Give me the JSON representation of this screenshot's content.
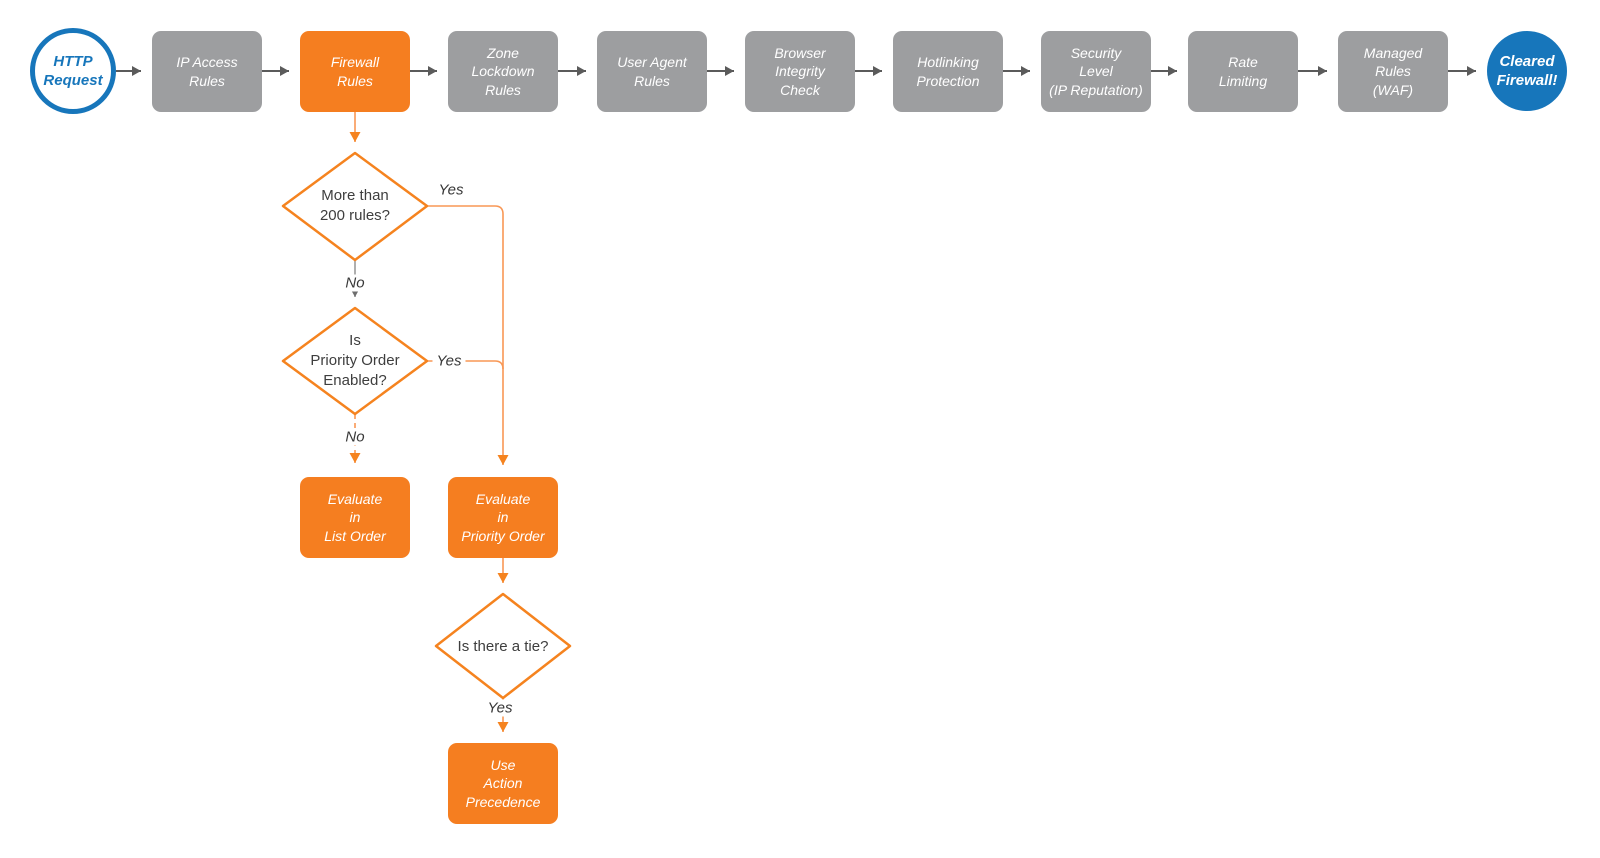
{
  "pipeline": {
    "start_label": "HTTP\nRequest",
    "steps": [
      {
        "label": "IP Access\nRules",
        "variant": "gray"
      },
      {
        "label": "Firewall\nRules",
        "variant": "orange"
      },
      {
        "label": "Zone\nLockdown\nRules",
        "variant": "gray"
      },
      {
        "label": "User Agent\nRules",
        "variant": "gray"
      },
      {
        "label": "Browser\nIntegrity\nCheck",
        "variant": "gray"
      },
      {
        "label": "Hotlinking\nProtection",
        "variant": "gray"
      },
      {
        "label": "Security\nLevel\n(IP Reputation)",
        "variant": "gray"
      },
      {
        "label": "Rate\nLimiting",
        "variant": "gray"
      },
      {
        "label": "Managed\nRules\n(WAF)",
        "variant": "gray"
      }
    ],
    "end_label": "Cleared\nFirewall!"
  },
  "firewall_branch": {
    "decision_rules_count": {
      "question": "More than\n200 rules?",
      "yes": "Yes",
      "no": "No"
    },
    "decision_priority_enabled": {
      "question": "Is\nPriority Order\nEnabled?",
      "yes": "Yes",
      "no": "No"
    },
    "decision_tie": {
      "question": "Is there a tie?",
      "yes": "Yes"
    },
    "evaluate_list_order": "Evaluate\nin\nList Order",
    "evaluate_priority_order": "Evaluate\nin\nPriority Order",
    "use_action_precedence": "Use\nAction\nPrecedence"
  },
  "colors": {
    "orange_fill": "#F57E20",
    "orange_stroke": "#F5831F",
    "orange_line": "#F89755",
    "gray_node": "#9D9EA0",
    "blue": "#1776BB",
    "connector_gray": "#5B5B5B",
    "connector_light_gray": "#9B9B9B",
    "arrow_dark_gray": "#6E6E6E",
    "text_dark": "#3E3E3E",
    "label_dark": "#383838",
    "white": "#FFFFFF"
  }
}
